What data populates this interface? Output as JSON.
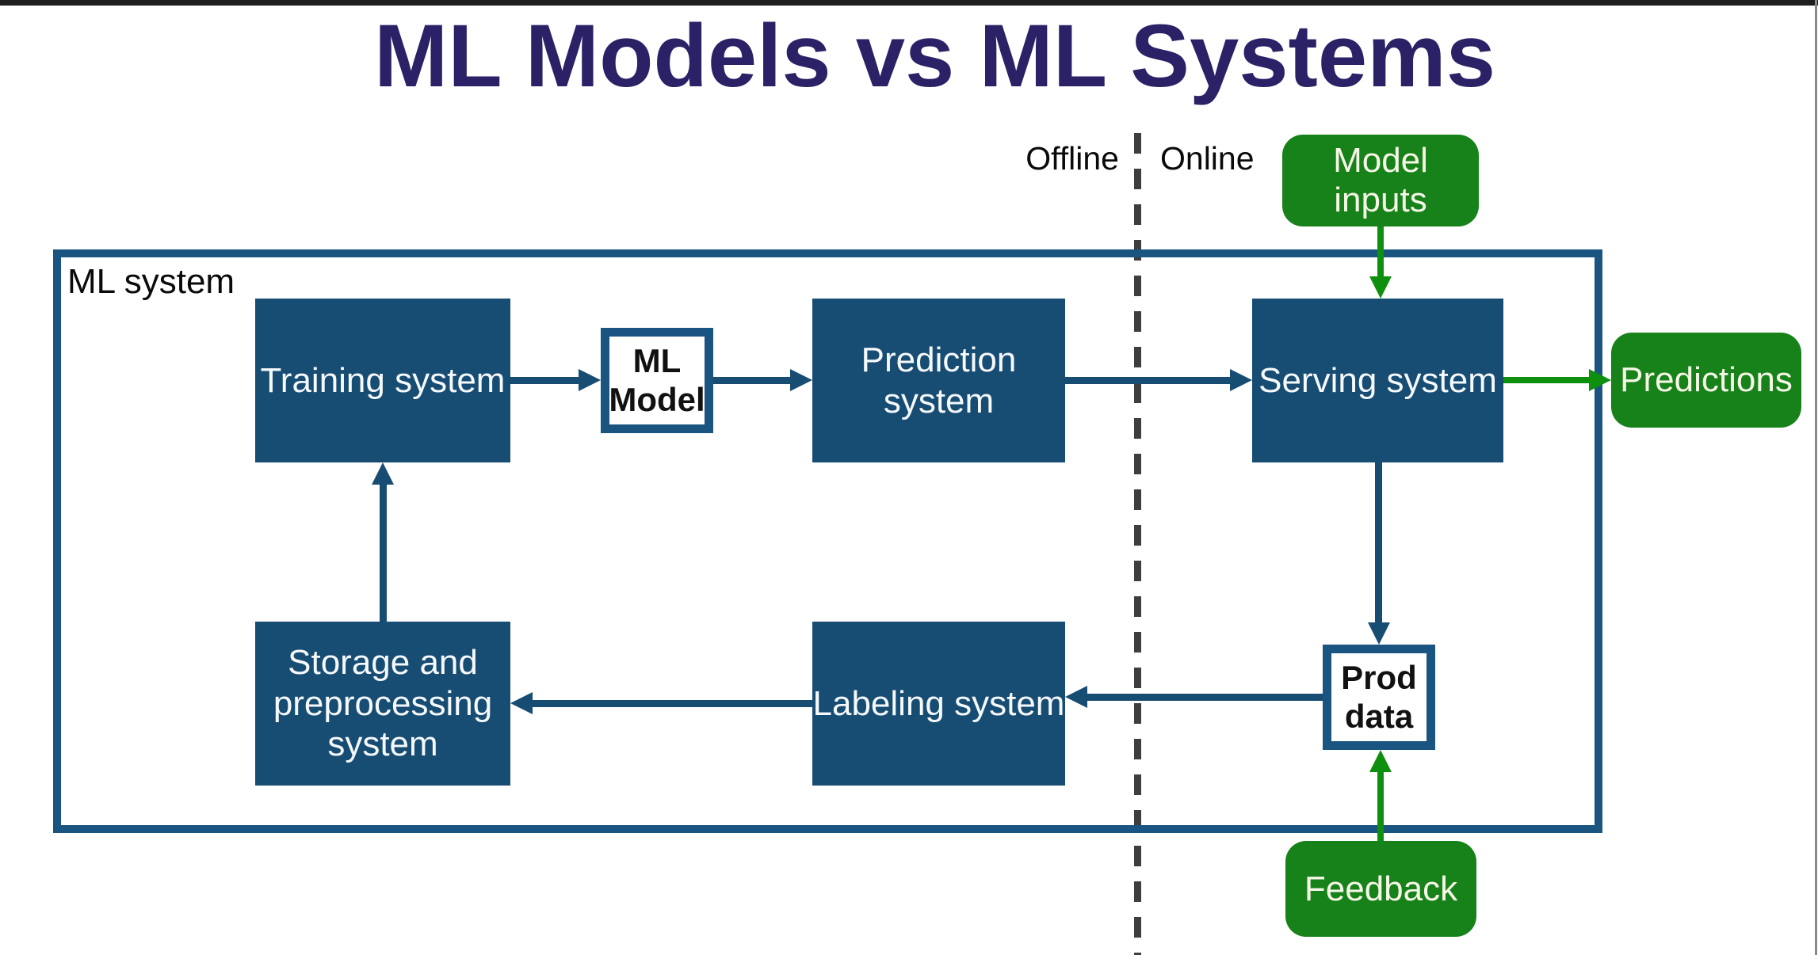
{
  "title": "ML Models vs ML Systems",
  "zones": {
    "offline": "Offline",
    "online": "Online"
  },
  "container": {
    "label": "ML system"
  },
  "nodes": {
    "training": {
      "label": "Training system"
    },
    "ml_model": {
      "line1": "ML",
      "line2": "Model"
    },
    "prediction": {
      "line1": "Prediction",
      "line2": "system"
    },
    "serving": {
      "label": "Serving system"
    },
    "storage": {
      "line1": "Storage and",
      "line2": "preprocessing",
      "line3": "system"
    },
    "labeling": {
      "label": "Labeling system"
    },
    "prod_data": {
      "line1": "Prod",
      "line2": "data"
    },
    "model_inputs": {
      "label": "Model inputs"
    },
    "predictions": {
      "label": "Predictions"
    },
    "feedback": {
      "label": "Feedback"
    }
  },
  "edges": [
    "training -> ml_model",
    "ml_model -> prediction",
    "prediction -> serving",
    "serving -> predictions",
    "model_inputs -> serving",
    "serving -> prod_data",
    "feedback -> prod_data",
    "prod_data -> labeling",
    "labeling -> storage",
    "storage -> training"
  ],
  "colors": {
    "box_blue": "#174c73",
    "border_blue": "#1a5480",
    "green_box": "#178219",
    "green_arrow": "#0e8f0e",
    "title_navy": "#2a2166",
    "divider_gray": "#3e3e3e"
  }
}
